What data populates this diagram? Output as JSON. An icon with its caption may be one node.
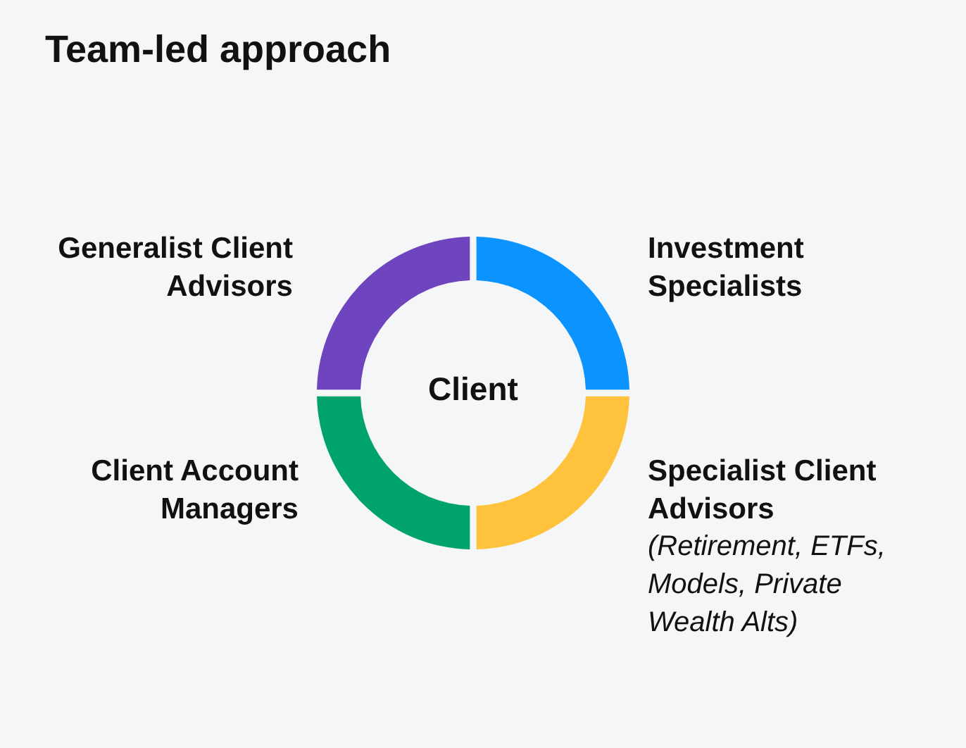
{
  "diagram": {
    "title": "Team-led approach",
    "nodes": [
      {
        "text": [],
        "shape": "arc",
        "beside": [
          "Generalist Client Advisors"
        ]
      },
      {
        "text": [],
        "shape": "arc",
        "beside": [
          "Investment Specialists"
        ]
      },
      {
        "text": [
          "Client"
        ]
      },
      {
        "text": [],
        "shape": "arc",
        "beside": [
          "Client Account Managers"
        ]
      },
      {
        "text": [],
        "shape": "arc",
        "beside": [
          "Specialist Client Advisors",
          "(Retirement, ETFs, Models, Private Wealth Alts)"
        ]
      }
    ]
  }
}
